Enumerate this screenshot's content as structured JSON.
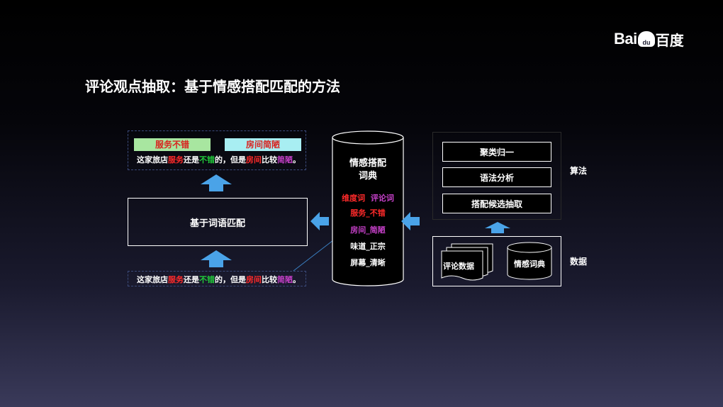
{
  "logo": {
    "bai": "Bai",
    "du": "du",
    "cn": "百度"
  },
  "title": "评论观点抽取：基于情感搭配匹配的方法",
  "output_box": {
    "tag1": "服务不错",
    "tag2": "房间简陋",
    "sentence": [
      "这家旅店",
      "服务",
      "还是",
      "不错",
      "的，但是",
      "房间",
      "比较",
      "简陋",
      "。"
    ]
  },
  "match_box": {
    "label": "基于词语匹配"
  },
  "input_box": {
    "sentence": [
      "这家旅店",
      "服务",
      "还是",
      "不错",
      "的，但是",
      "房间",
      "比较",
      "简陋",
      "。"
    ]
  },
  "dictionary": {
    "title_line1": "情感搭配",
    "title_line2": "词典",
    "header_dim": "维度词",
    "header_comment": "评论词",
    "entries": [
      "服务_不错",
      "房间_简陋",
      "味道_正宗",
      "屏幕_清晰"
    ]
  },
  "algorithm": {
    "items": [
      "聚类归一",
      "语法分析",
      "搭配候选抽取"
    ],
    "label": "算法"
  },
  "data_section": {
    "doc_label": "评论数据",
    "db_label": "情感词典",
    "label": "数据"
  },
  "colors": {
    "arrow": "#4aa3e8",
    "tag1_bg": "#a8e6a0",
    "tag2_bg": "#a8eef2",
    "red": "#ff2a2a",
    "green": "#21c93a",
    "purple": "#c540c8"
  }
}
